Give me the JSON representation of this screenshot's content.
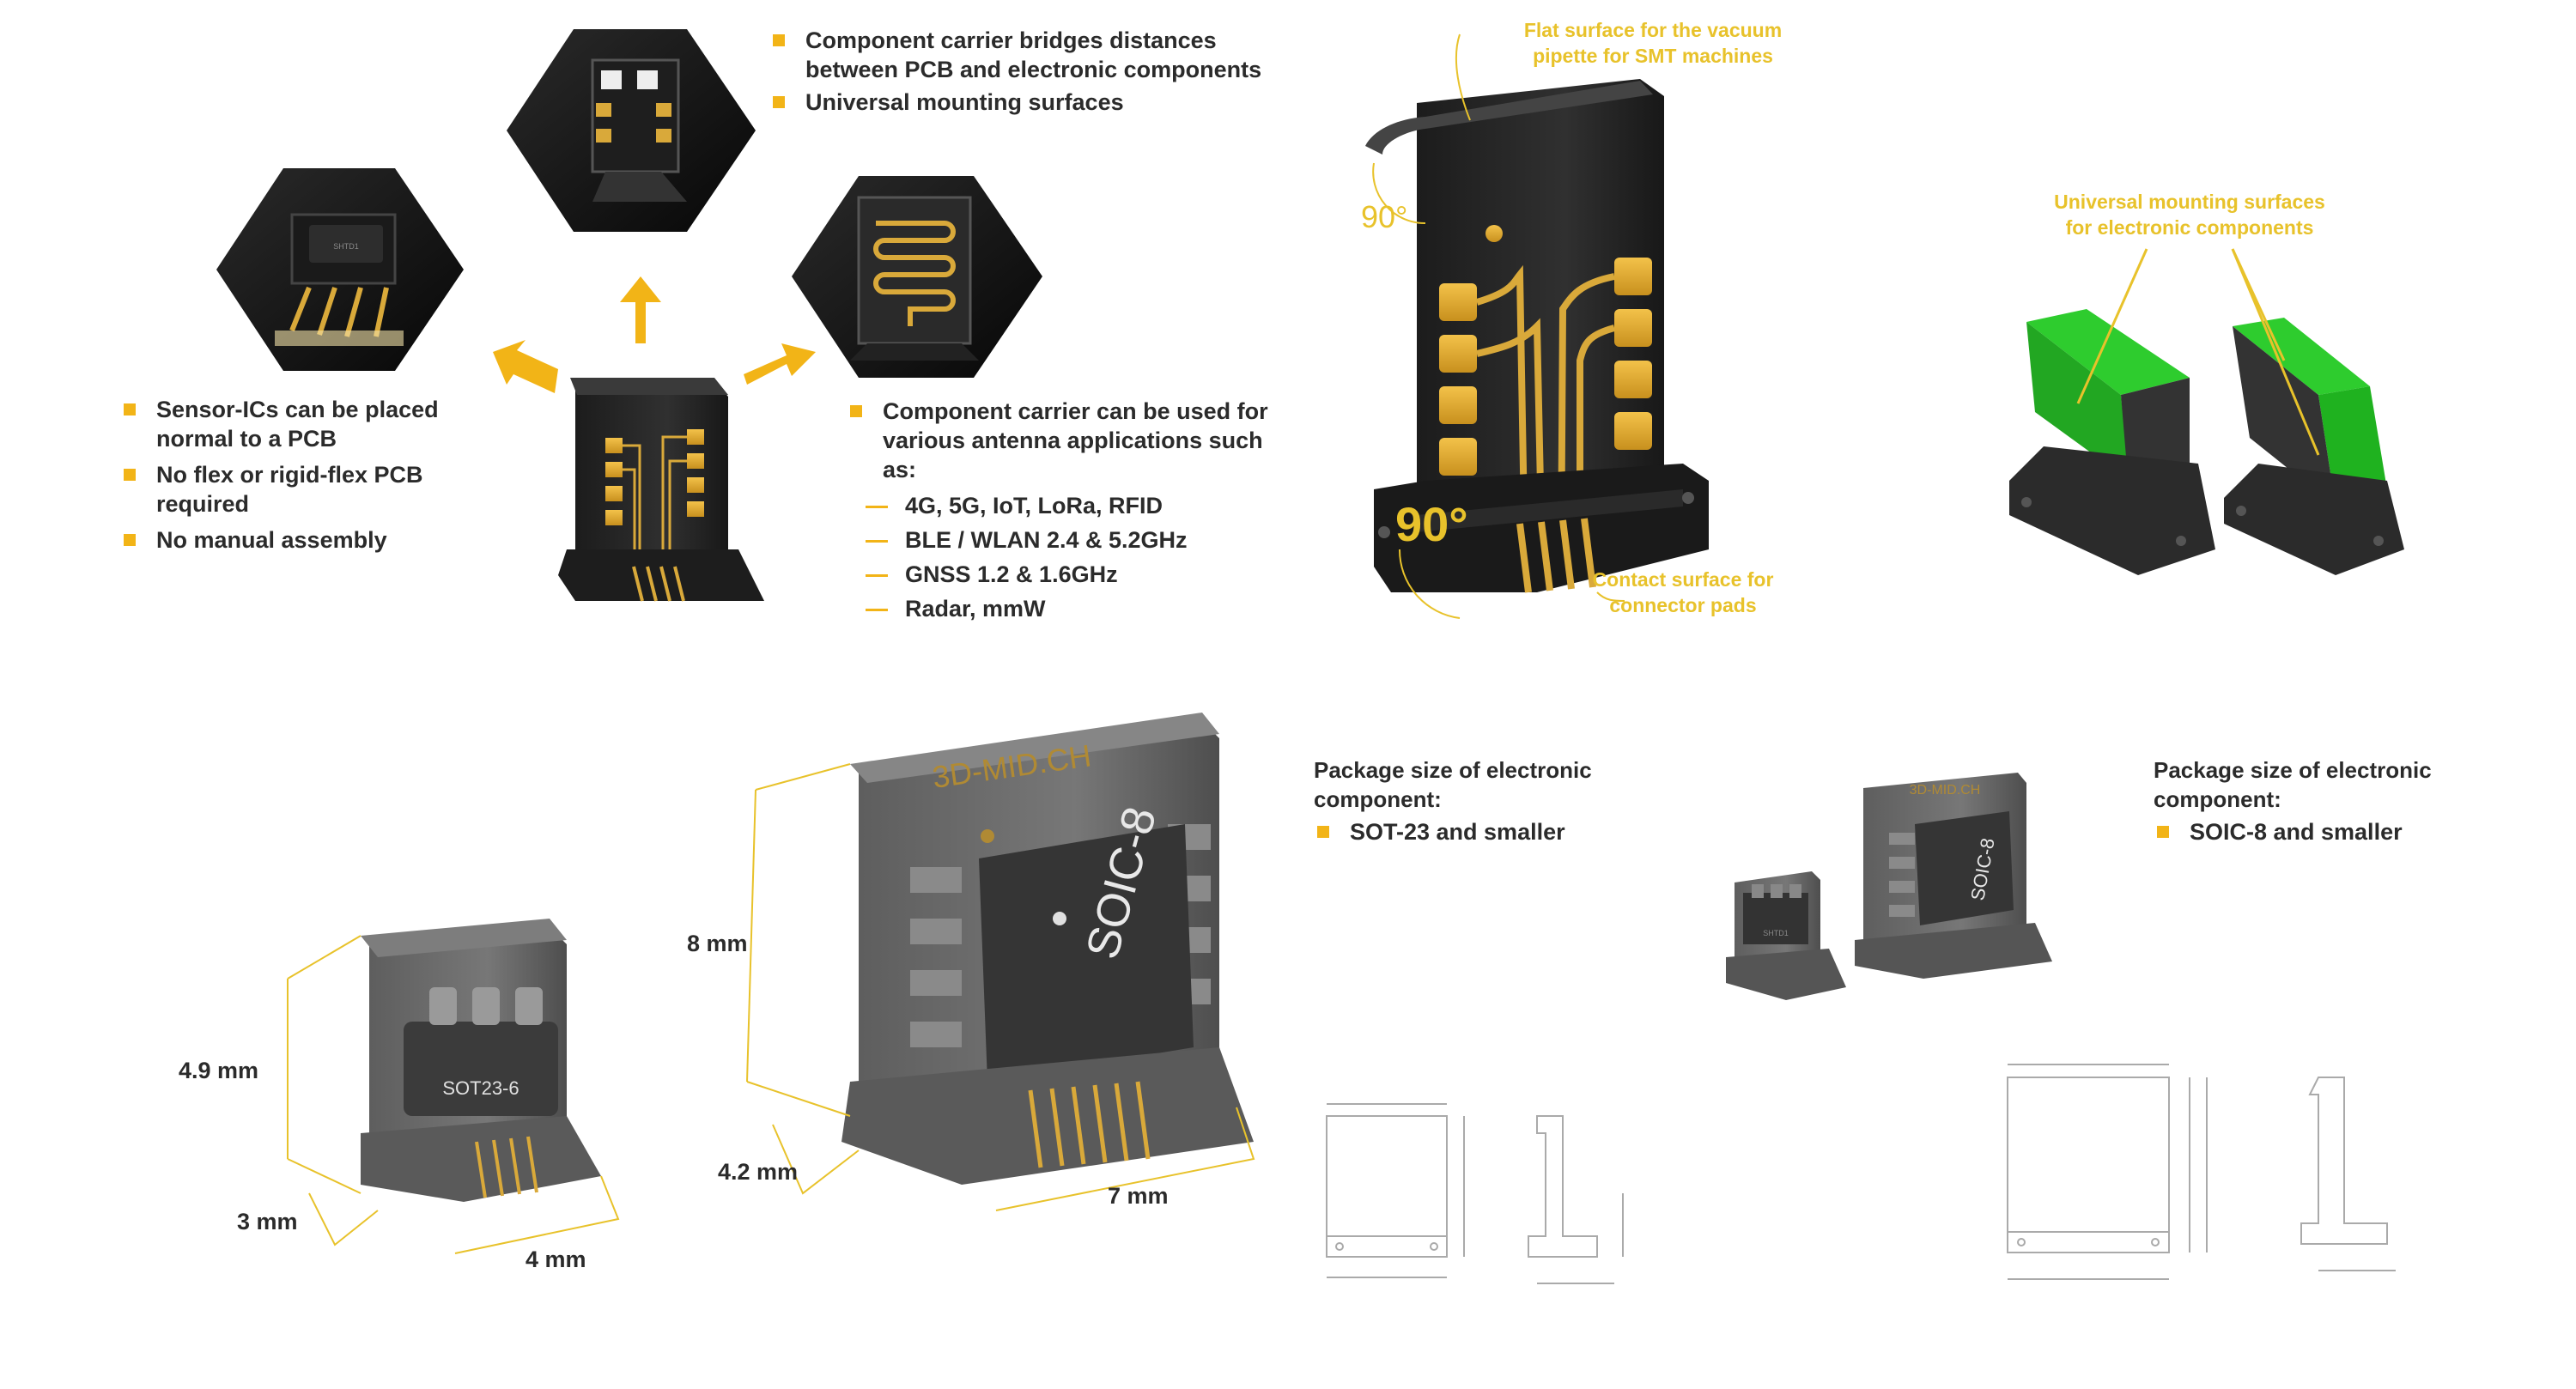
{
  "top_left": {
    "bullets_top": [
      "Component carrier bridges distances between PCB and electronic components",
      "Universal mounting surfaces"
    ],
    "bullets_left": [
      "Sensor-ICs can be placed normal to a PCB",
      "No flex or rigid-flex PCB required",
      "No manual assembly"
    ],
    "bullets_right_intro": "Component carrier can be used for various antenna applications such as:",
    "bullets_right_items": [
      "4G, 5G, IoT, LoRa, RFID",
      "BLE / WLAN 2.4 & 5.2GHz",
      "GNSS 1.2 & 1.6GHz",
      "Radar, mmW"
    ],
    "chip_label": "SHTD1"
  },
  "top_middle": {
    "callout_top": "Flat surface for the vacuum pipette for SMT machines",
    "callout_bottom": "Contact surface for connector pads",
    "angle_top": "90°",
    "angle_bottom": "90°"
  },
  "top_right": {
    "callout": "Universal mounting surfaces for electronic components",
    "accent_green": "#2ecc2e"
  },
  "bottom_left": {
    "small_chip_label": "SOT23-6",
    "big_chip_label": "SOIC-8",
    "brand_label": "3D-MID.CH",
    "dims_small": {
      "height": "4.9 mm",
      "depth": "3 mm",
      "width": "4 mm"
    },
    "dims_big": {
      "height": "8 mm",
      "depth": "4.2 mm",
      "width": "7 mm"
    }
  },
  "bottom_right": {
    "package_a_title": "Package size of electronic component:",
    "package_a_item": "SOT-23 and smaller",
    "package_b_title": "Package size of electronic component:",
    "package_b_item": "SOIC-8 and smaller",
    "small_chip_label": "SHTD1",
    "big_chip_label": "SOIC-8",
    "brand_label": "3D-MID.CH"
  },
  "colors": {
    "accent_yellow": "#f2b417",
    "gold": "#d9a93a",
    "body_dark": "#2a2a2a",
    "body_grey": "#6b6b6b"
  }
}
